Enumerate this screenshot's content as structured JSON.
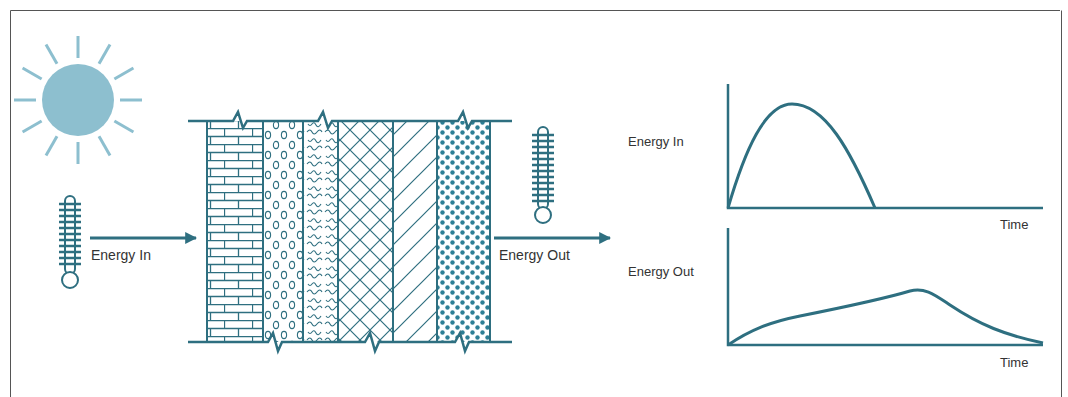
{
  "diagram": {
    "labels": [
      "Energy In",
      "Energy Out",
      "Energy In",
      "Time",
      "Energy Out",
      "Time"
    ]
  }
}
